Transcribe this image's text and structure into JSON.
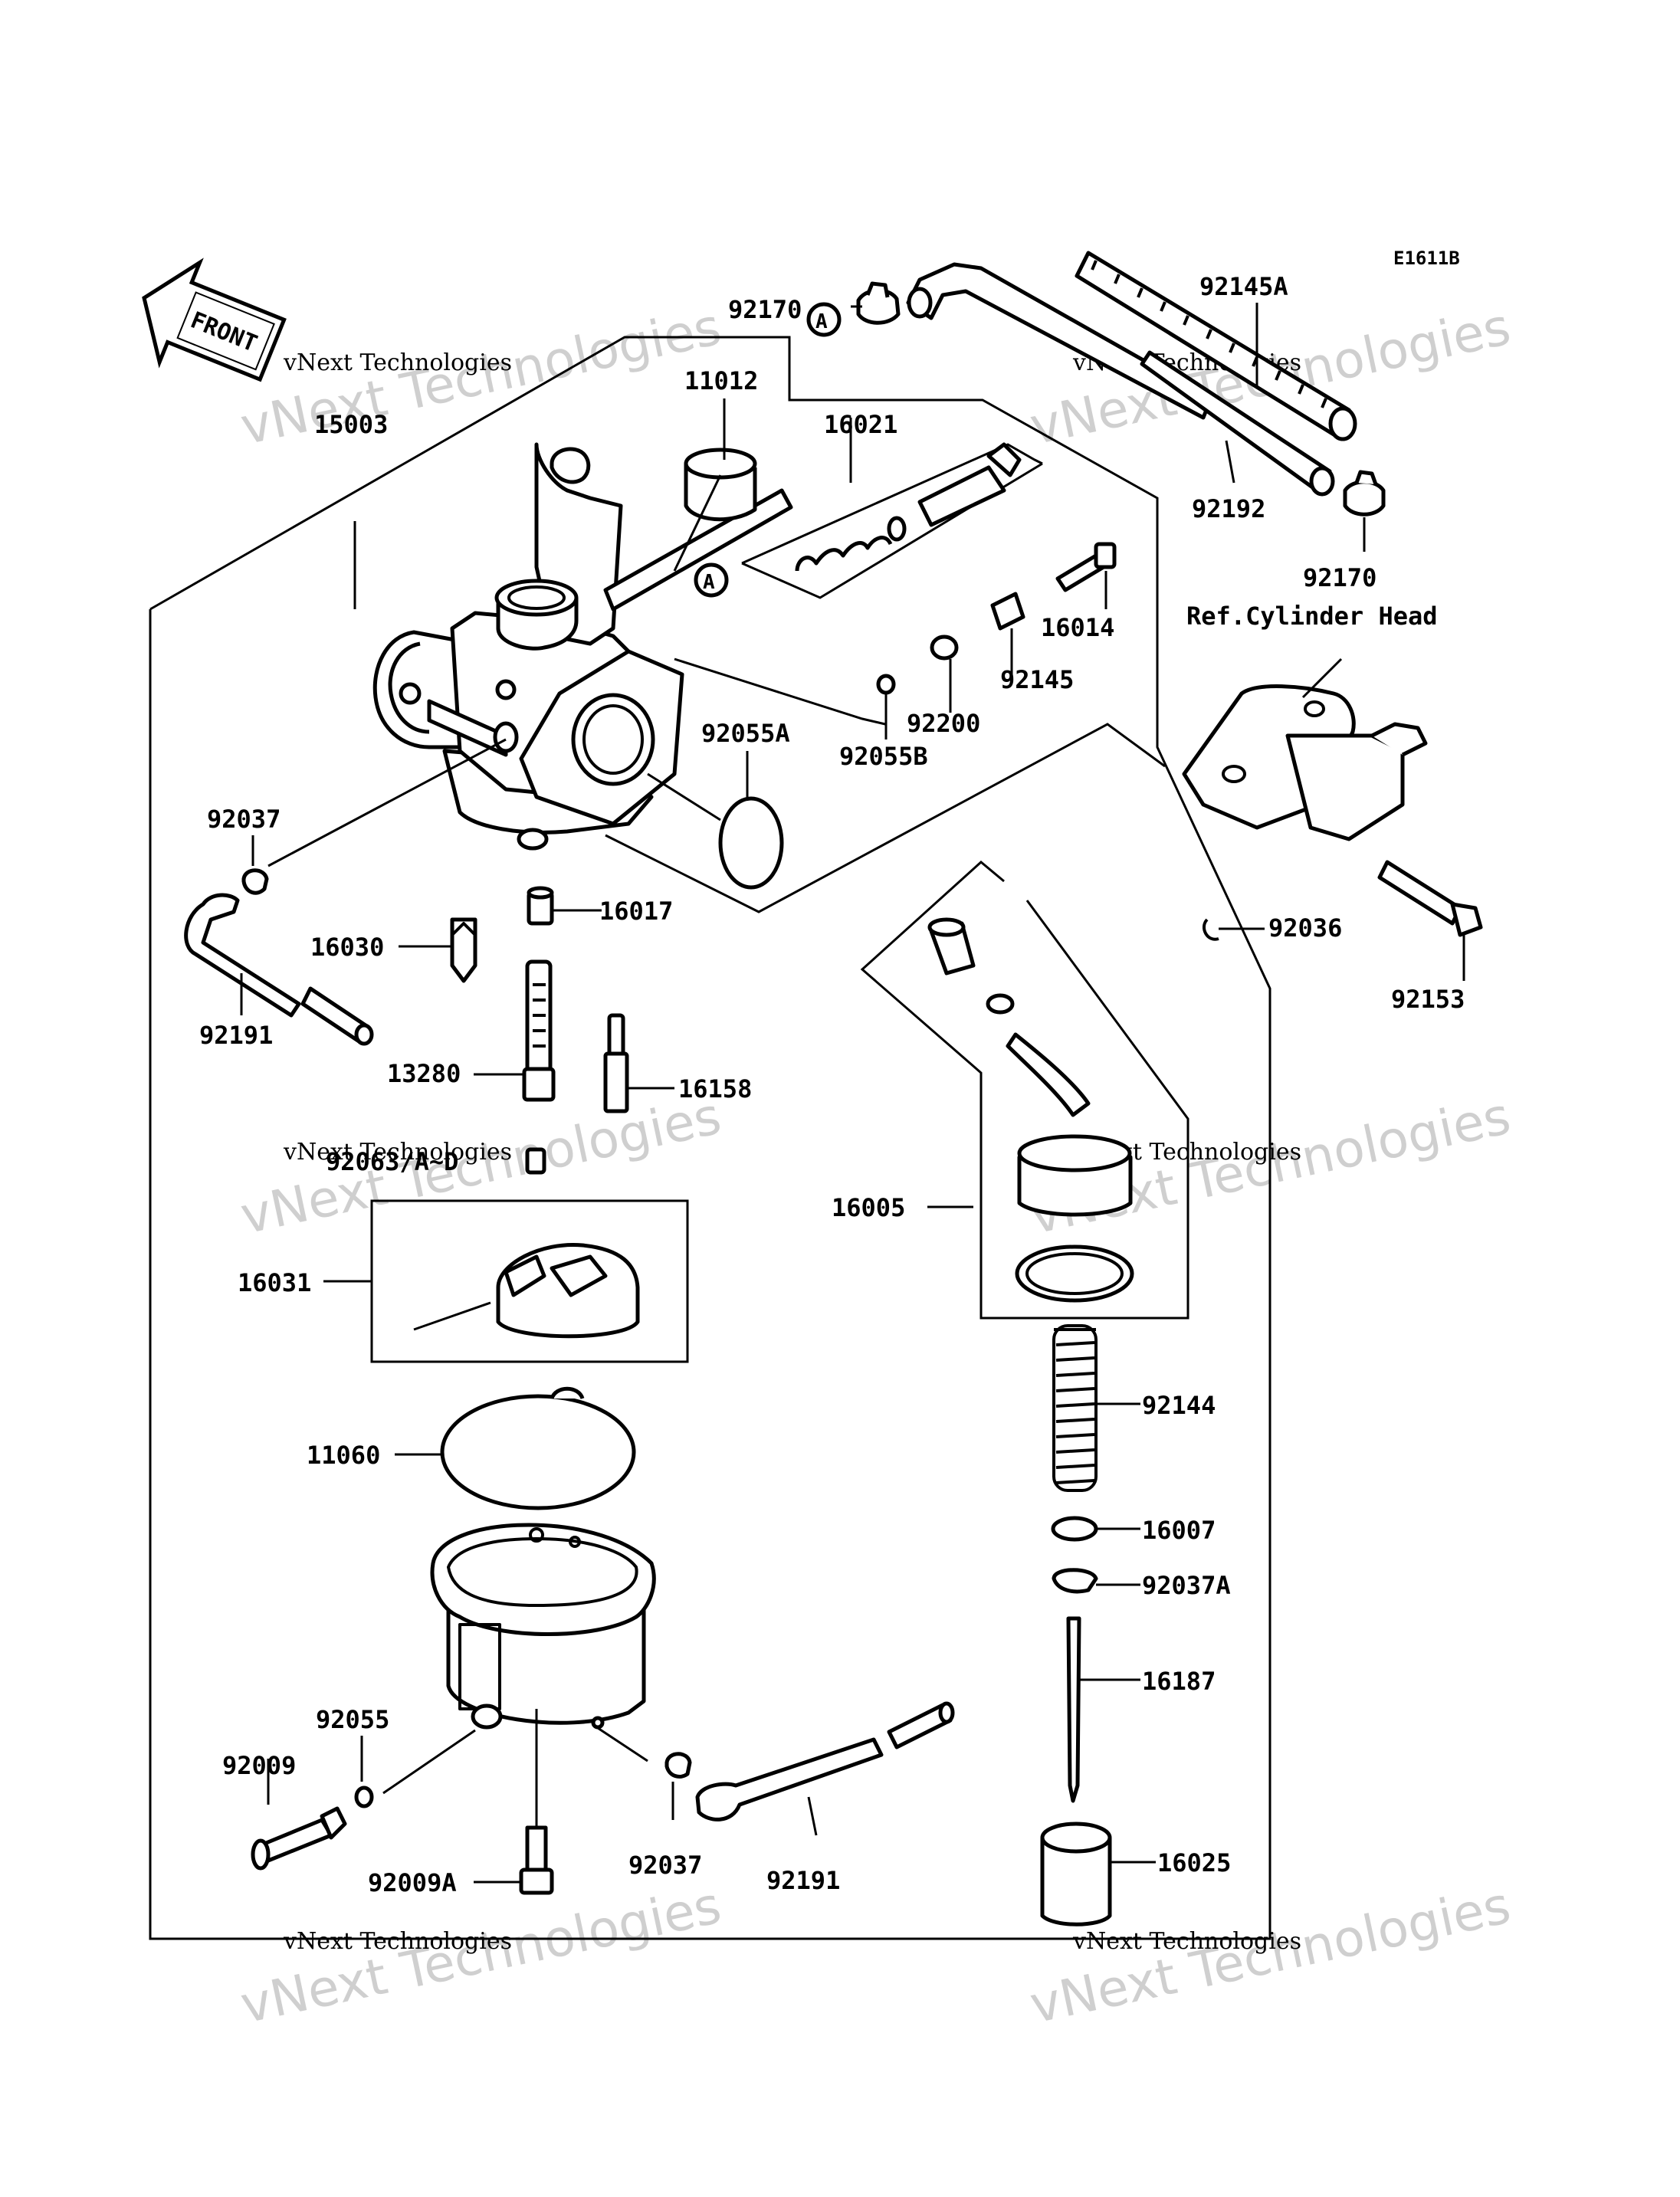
{
  "diagram_code": "E1611B",
  "front_label": "FRONT",
  "ref_text": "Ref.Cylinder Head",
  "marker_a": "A",
  "watermark": {
    "line1": "vNext Technologies",
    "line2": "vNext Technologies"
  },
  "callouts": {
    "p92170a": "92170",
    "p92145A": "92145A",
    "p11012": "11012",
    "p16021": "16021",
    "p15003": "15003",
    "p92192": "92192",
    "p92170b": "92170",
    "p16014": "16014",
    "p92145": "92145",
    "p92200": "92200",
    "p92055A": "92055A",
    "p92055B": "92055B",
    "p92037a": "92037",
    "p16017": "16017",
    "p92036": "92036",
    "p16030": "16030",
    "p92153": "92153",
    "p92191a": "92191",
    "p13280": "13280",
    "p16158": "16158",
    "p92063": "92063/A~D",
    "p16005": "16005",
    "p16031": "16031",
    "p92144": "92144",
    "p11060": "11060",
    "p16007": "16007",
    "p92037A": "92037A",
    "p16187": "16187",
    "p92055": "92055",
    "p92009": "92009",
    "p92037b": "92037",
    "p92191b": "92191",
    "p16025": "16025",
    "p92009A": "92009A"
  }
}
